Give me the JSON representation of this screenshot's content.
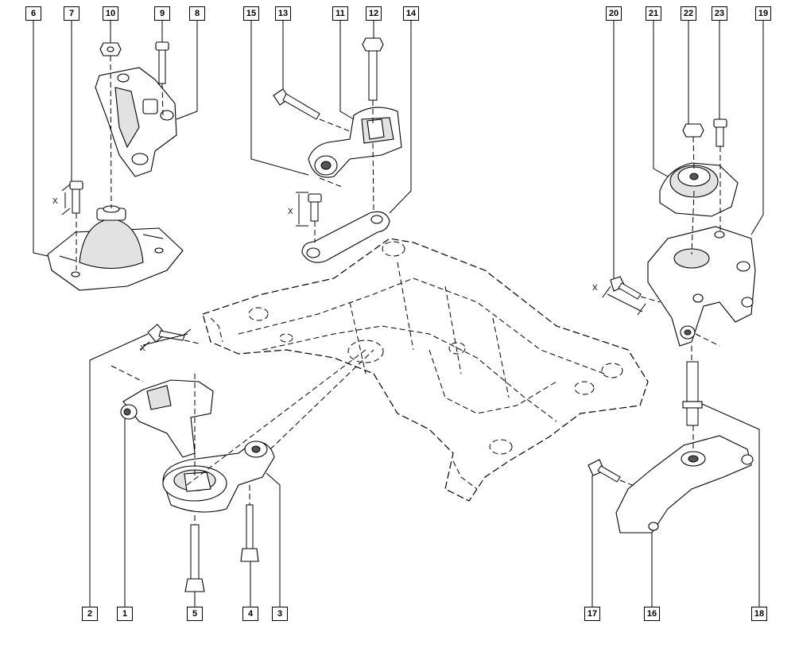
{
  "callouts": [
    {
      "id": "c1",
      "label": "1"
    },
    {
      "id": "c2",
      "label": "2"
    },
    {
      "id": "c3",
      "label": "3"
    },
    {
      "id": "c4",
      "label": "4"
    },
    {
      "id": "c5",
      "label": "5"
    },
    {
      "id": "c6",
      "label": "6"
    },
    {
      "id": "c7",
      "label": "7"
    },
    {
      "id": "c8",
      "label": "8"
    },
    {
      "id": "c9",
      "label": "9"
    },
    {
      "id": "c10",
      "label": "10"
    },
    {
      "id": "c11",
      "label": "11"
    },
    {
      "id": "c12",
      "label": "12"
    },
    {
      "id": "c13",
      "label": "13"
    },
    {
      "id": "c14",
      "label": "14"
    },
    {
      "id": "c15",
      "label": "15"
    },
    {
      "id": "c16",
      "label": "16"
    },
    {
      "id": "c17",
      "label": "17"
    },
    {
      "id": "c18",
      "label": "18"
    },
    {
      "id": "c19",
      "label": "19"
    },
    {
      "id": "c20",
      "label": "20"
    },
    {
      "id": "c21",
      "label": "21"
    },
    {
      "id": "c22",
      "label": "22"
    },
    {
      "id": "c23",
      "label": "23"
    }
  ],
  "dimension_marker": "X"
}
